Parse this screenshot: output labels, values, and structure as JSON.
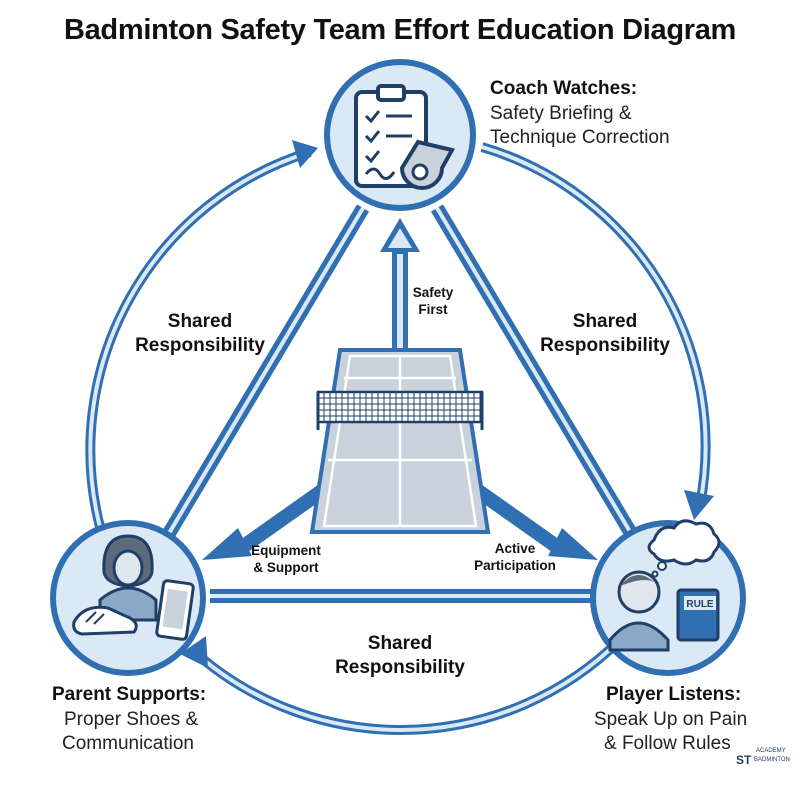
{
  "title": "Badminton Safety Team Effort Education Diagram",
  "colors": {
    "primary": "#2f6fb2",
    "light": "#dbe8f5",
    "court": "#c9d2dc",
    "dark": "#1f3f66"
  },
  "nodes": {
    "coach": {
      "heading": "Coach Watches:",
      "line1": "Safety Briefing &",
      "line2": "Technique Correction",
      "icon": "clipboard-whistle-icon"
    },
    "parent": {
      "heading": "Parent Supports:",
      "line1": "Proper Shoes &",
      "line2": "Communication",
      "icon": "parent-shoe-phone-icon"
    },
    "player": {
      "heading": "Player Listens:",
      "line1": "Speak Up on Pain",
      "line2": "& Follow Rules",
      "icon": "player-rulebook-icon",
      "book_label": "RULE"
    }
  },
  "edges": {
    "left": {
      "line1": "Shared",
      "line2": "Responsibility"
    },
    "right": {
      "line1": "Shared",
      "line2": "Responsibility"
    },
    "bottom": {
      "line1": "Shared",
      "line2": "Responsibility"
    }
  },
  "center_arrows": {
    "up": {
      "line1": "Safety",
      "line2": "First"
    },
    "left": {
      "line1": "Equipment",
      "line2": "& Support"
    },
    "right": {
      "line1": "Active",
      "line2": "Participation"
    }
  },
  "logo": {
    "line1": "ACADEMY",
    "line2": "BADMINTON",
    "mark": "ST"
  }
}
